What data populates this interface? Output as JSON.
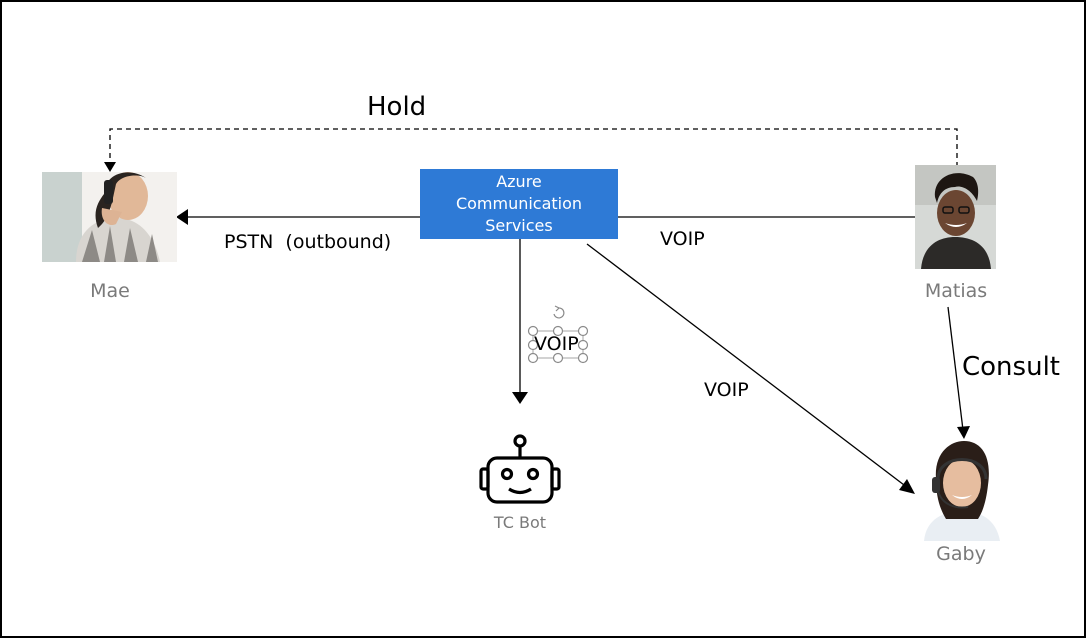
{
  "acs": {
    "line1": "Azure",
    "line2": "Communication",
    "line3": "Services",
    "color": "#2e7ad6"
  },
  "edges": {
    "hold": "Hold",
    "pstn": "PSTN  (outbound)",
    "voip_matias": "VOIP",
    "voip_bot": "VOIP",
    "voip_gaby": "VOIP",
    "consult": "Consult"
  },
  "participants": {
    "mae": "Mae",
    "matias": "Matias",
    "bot": "TC Bot",
    "gaby": "Gaby"
  }
}
